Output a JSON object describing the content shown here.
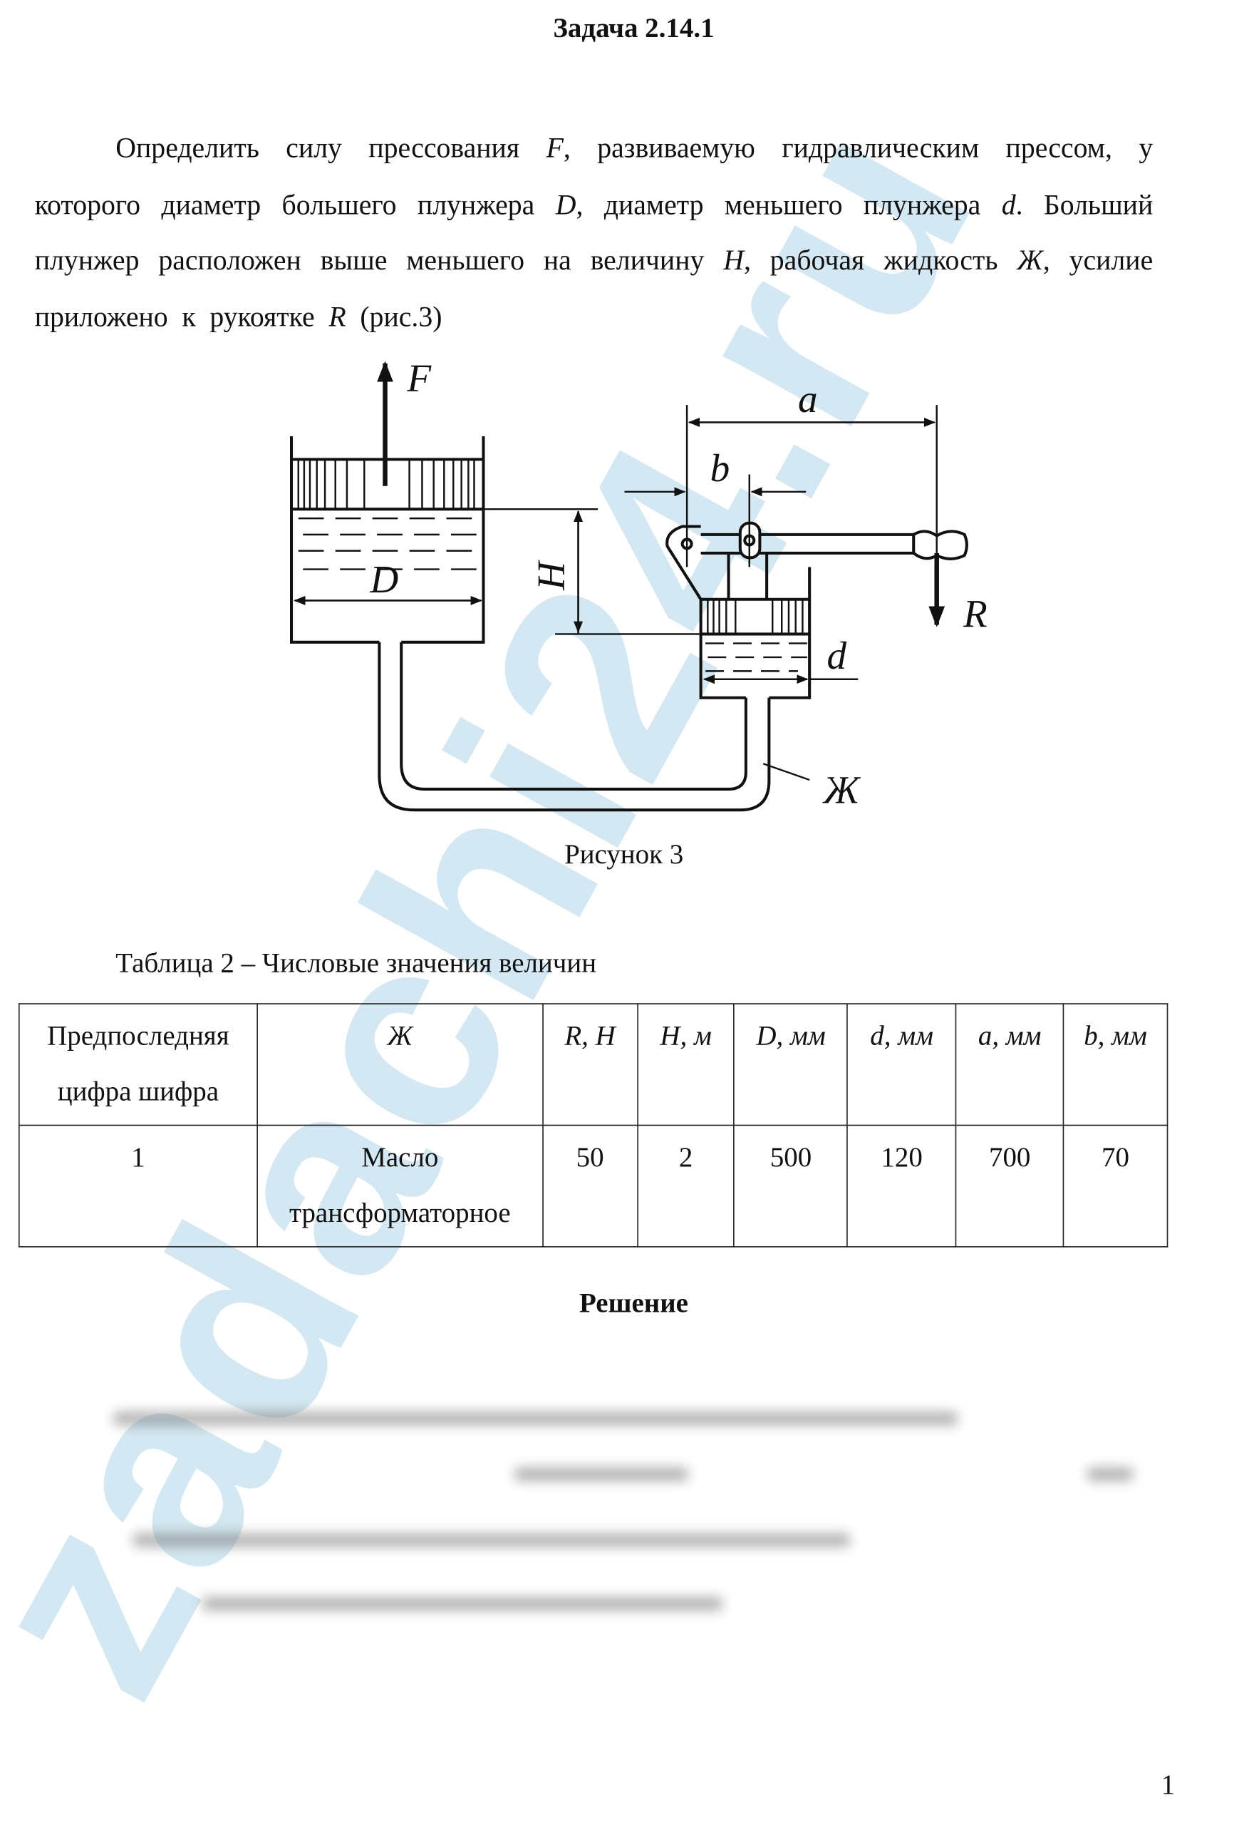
{
  "title": "Задача 2.14.1",
  "paragraph": [
    "Определить силу прессования ",
    "F",
    ", развиваемую гидравлическим прессом, у которого диаметр большего плунжера ",
    "D",
    ", диаметр меньшего плунжера ",
    "d",
    ". Больший плунжер расположен выше меньшего на величину ",
    "H",
    ", рабочая жидкость ",
    "Ж",
    ", усилие приложено к рукоятке ",
    "R",
    " (рис.3)"
  ],
  "figure": {
    "labels": {
      "F": "F",
      "a": "a",
      "b": "b",
      "H": "H",
      "D": "D",
      "d": "d",
      "R": "R",
      "liquid": "Ж"
    },
    "caption": "Рисунок 3"
  },
  "table_caption": "Таблица 2 – Числовые значения величин",
  "table": {
    "headers": [
      "Предпоследняя цифра шифра",
      "Ж",
      "R, Н",
      "H, м",
      "D, мм",
      "d, мм",
      "a, мм",
      "b, мм"
    ],
    "rows": [
      [
        "1",
        "Масло трансформаторное",
        "50",
        "2",
        "500",
        "120",
        "700",
        "70"
      ]
    ]
  },
  "solution_heading": "Решение",
  "page_number": "1",
  "watermark": "zadachi24.ru",
  "colors": {
    "watermark": "#d3e8f2",
    "ink": "#111111"
  }
}
